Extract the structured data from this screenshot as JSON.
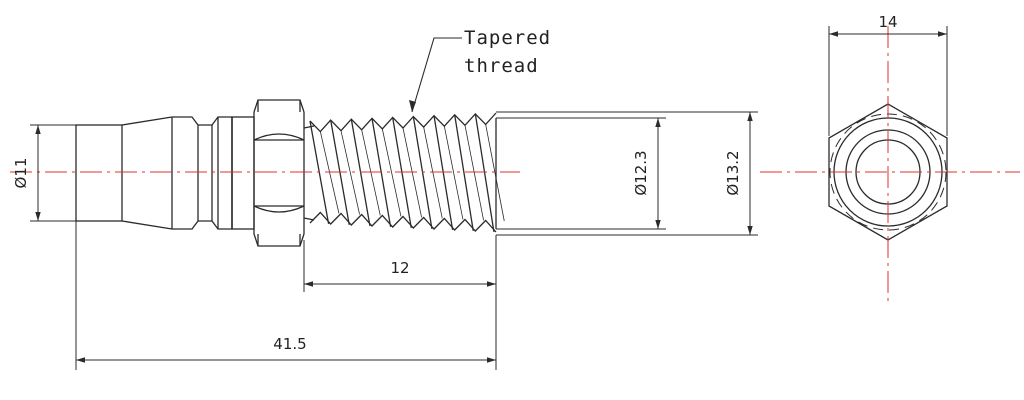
{
  "annotation": {
    "line1": "Tapered",
    "line2": "thread"
  },
  "dimensions": {
    "left_diameter": "Ø11",
    "minor_diameter": "Ø12.3",
    "major_diameter": "Ø13.2",
    "thread_length": "12",
    "overall_length": "41.5",
    "hex_width": "14"
  },
  "colors": {
    "outline": "#2b2b2b",
    "centerline": "#e03030",
    "background": "#ffffff"
  }
}
